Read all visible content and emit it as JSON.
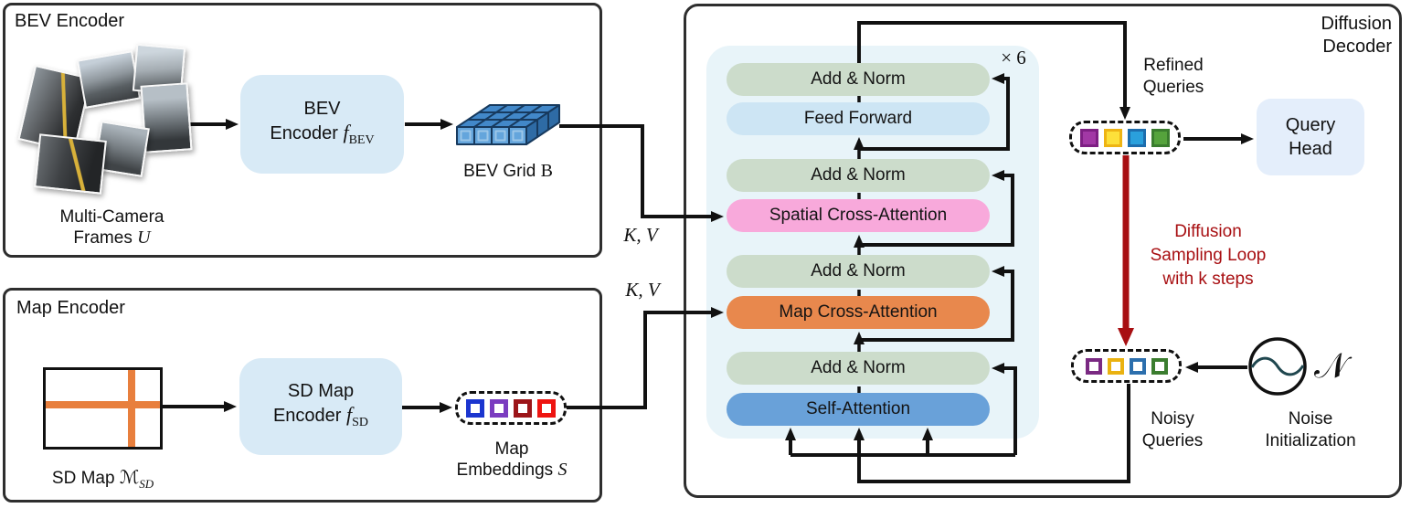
{
  "colors": {
    "line": "#111111",
    "panel_border": "#2e2e2e",
    "add_norm": "#ccdccb",
    "feed_forward": "#cde5f4",
    "spatial_cross_attention": "#f8a9db",
    "map_cross_attention": "#e8884d",
    "self_attention": "#69a1d9",
    "decoder_container": "#e8f4f9",
    "encoder_box": "#d8eaf6",
    "query_head_box": "#e4eefb",
    "diffusion_red": "#a80f12",
    "road_orange": "#e87f3d",
    "grid_top": "#4288c9",
    "grid_front": "#64a5dc",
    "grid_side": "#2e6ba5"
  },
  "bev_panel": {
    "title": "BEV Encoder",
    "frames_caption_line1": "Multi-Camera",
    "frames_caption_line2": "Frames",
    "frames_symbol": "U",
    "encoder_line1": "BEV",
    "encoder_line2": "Encoder",
    "encoder_symbol": "f",
    "encoder_symbol_sub": "BEV",
    "grid_caption": "BEV Grid",
    "grid_symbol": "B"
  },
  "map_panel": {
    "title": "Map Encoder",
    "map_caption": "SD Map",
    "map_symbol": "ℳ",
    "map_symbol_sub": "SD",
    "encoder_line1": "SD Map",
    "encoder_line2": "Encoder",
    "encoder_symbol": "f",
    "encoder_symbol_sub": "SD",
    "embeddings_caption_line1": "Map",
    "embeddings_caption_line2": "Embeddings",
    "embeddings_symbol": "S",
    "embedding_square_colors": [
      "#1b35cf",
      "#7b3cc0",
      "#9c1519",
      "#ee1511"
    ]
  },
  "kv_label_top": "K, V",
  "kv_label_bottom": "K, V",
  "decoder_panel": {
    "title_line1": "Diffusion",
    "title_line2": "Decoder",
    "repeat_label": "× 6",
    "blocks": [
      {
        "label": "Add & Norm"
      },
      {
        "label": "Feed Forward"
      },
      {
        "label": "Add & Norm"
      },
      {
        "label": "Spatial Cross-Attention"
      },
      {
        "label": "Add & Norm"
      },
      {
        "label": "Map Cross-Attention"
      },
      {
        "label": "Add & Norm"
      },
      {
        "label": "Self-Attention"
      }
    ],
    "refined_queries_line1": "Refined",
    "refined_queries_line2": "Queries",
    "refined_squares": [
      {
        "fill": "#a238a5",
        "border": "#7e1f83"
      },
      {
        "fill": "#fde03a",
        "border": "#eeb414"
      },
      {
        "fill": "#2aa0dc",
        "border": "#1d6dad"
      },
      {
        "fill": "#55a33c",
        "border": "#3a7d2e"
      }
    ],
    "query_head_line1": "Query",
    "query_head_line2": "Head",
    "loop_line1": "Diffusion",
    "loop_line2": "Sampling Loop",
    "loop_line3": "with k steps",
    "noisy_queries_line1": "Noisy",
    "noisy_queries_line2": "Queries",
    "noisy_square_colors": [
      "#7a2982",
      "#eab211",
      "#2c6fad",
      "#3b7d2f"
    ],
    "noise_symbol": "𝒩",
    "noise_caption_line1": "Noise",
    "noise_caption_line2": "Initialization"
  }
}
